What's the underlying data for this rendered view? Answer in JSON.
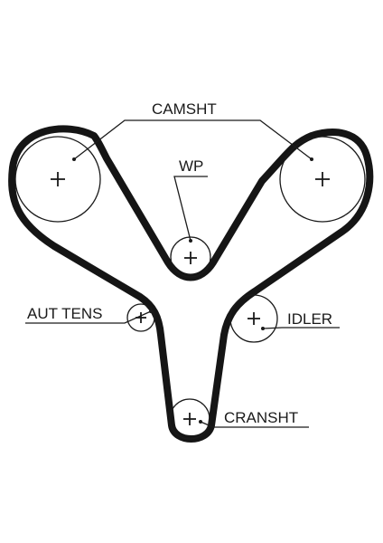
{
  "diagram": {
    "labels": {
      "camshaft": "CAMSHT",
      "water_pump": "WP",
      "auto_tensioner": "AUT TENS",
      "idler": "IDLER",
      "crankshaft": "CRANSHT"
    },
    "colors": {
      "belt": "#151515",
      "line": "#1a1a1a",
      "background": "#ffffff"
    },
    "icons": [
      "plus-icon"
    ]
  }
}
